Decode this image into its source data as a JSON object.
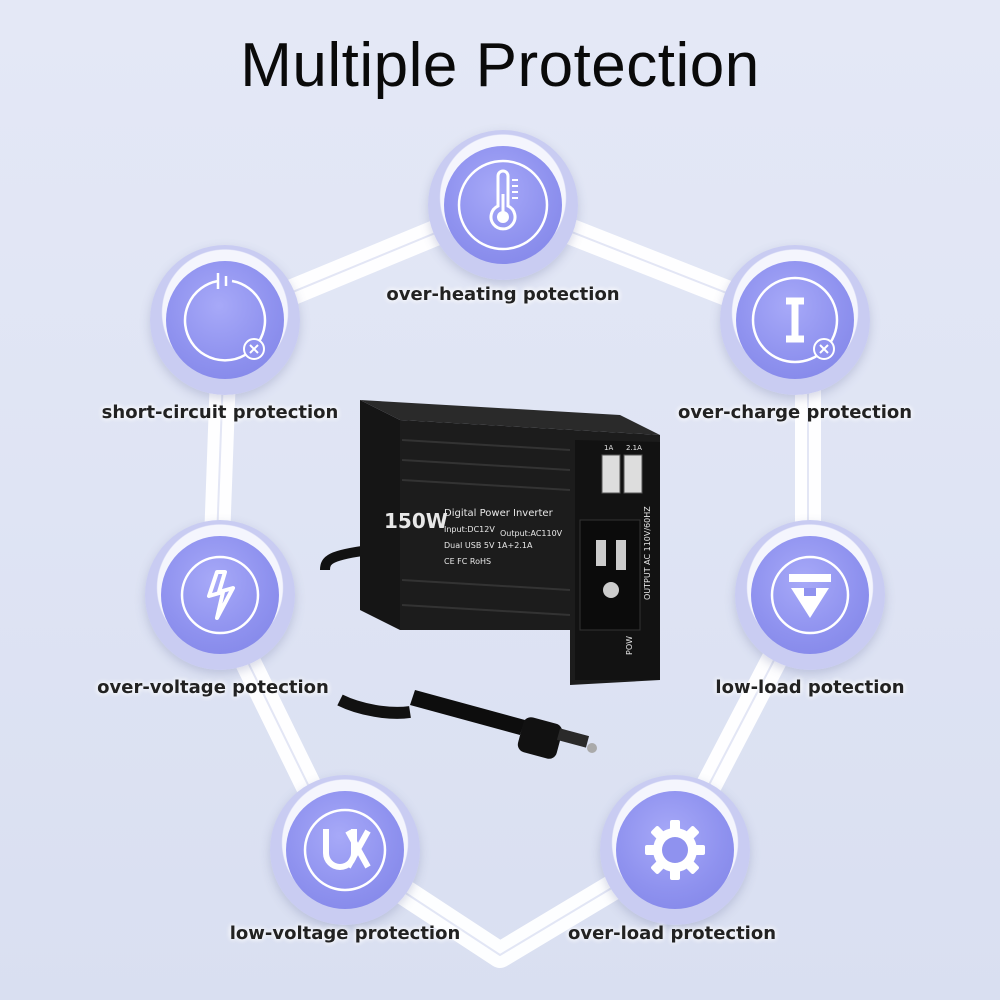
{
  "title": "Multiple Protection",
  "colors": {
    "circle_fill": "#8f92ef",
    "icon_stroke": "#ffffff",
    "ring": "#f4f5fd",
    "hexagon": "#ffffff"
  },
  "features": [
    {
      "label": "over-heating potection",
      "icon": "thermometer-icon"
    },
    {
      "label": "short-circuit protection",
      "icon": "short-circuit-icon"
    },
    {
      "label": "over-charge protection",
      "icon": "current-cross-icon"
    },
    {
      "label": "over-voltage potection",
      "icon": "lightning-icon"
    },
    {
      "label": "low-load potection",
      "icon": "down-arrow-icon"
    },
    {
      "label": "low-voltage protection",
      "icon": "uk-logo-icon"
    },
    {
      "label": "over-load protection",
      "icon": "gear-icon"
    }
  ],
  "device": {
    "power_label": "150W",
    "name": "Digital Power Inverter",
    "input": "Input:DC12V",
    "output": "Output:AC110V",
    "usb": "Dual USB 5V 1A+2.1A",
    "marks": "CE FC RoHS",
    "usb_port_1": "1A",
    "usb_port_2": "2.1A",
    "side_text": "OUTPUT AC 110V/60HZ",
    "pow_label": "POW"
  }
}
